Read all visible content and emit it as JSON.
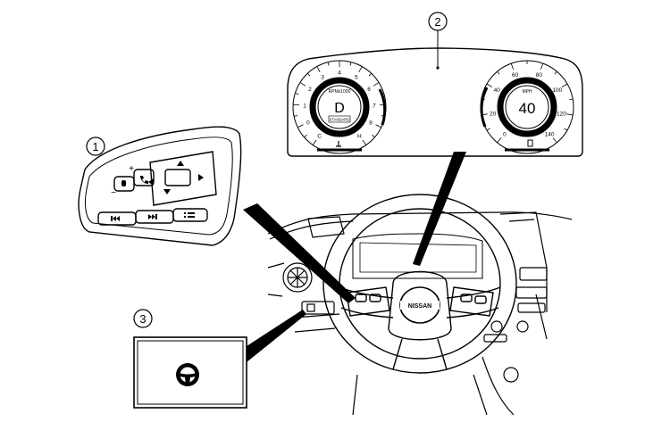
{
  "callouts": {
    "c1": "1",
    "c2": "2",
    "c3": "3"
  },
  "cluster": {
    "tach_unit": "RPMx1000",
    "gear": "D",
    "mode": "STANDARD",
    "tach_ticks": [
      "C",
      "0",
      "1",
      "2",
      "3",
      "4",
      "5",
      "6",
      "7",
      "8",
      "H"
    ],
    "speed_unit": "MPH",
    "speed": "40",
    "speed_ticks": [
      "0",
      "20",
      "40",
      "60",
      "80",
      "100",
      "120",
      "140"
    ]
  },
  "wheel": {
    "logo": "NISSAN"
  },
  "switch_pad": {
    "plus": "+",
    "minus": "−"
  }
}
